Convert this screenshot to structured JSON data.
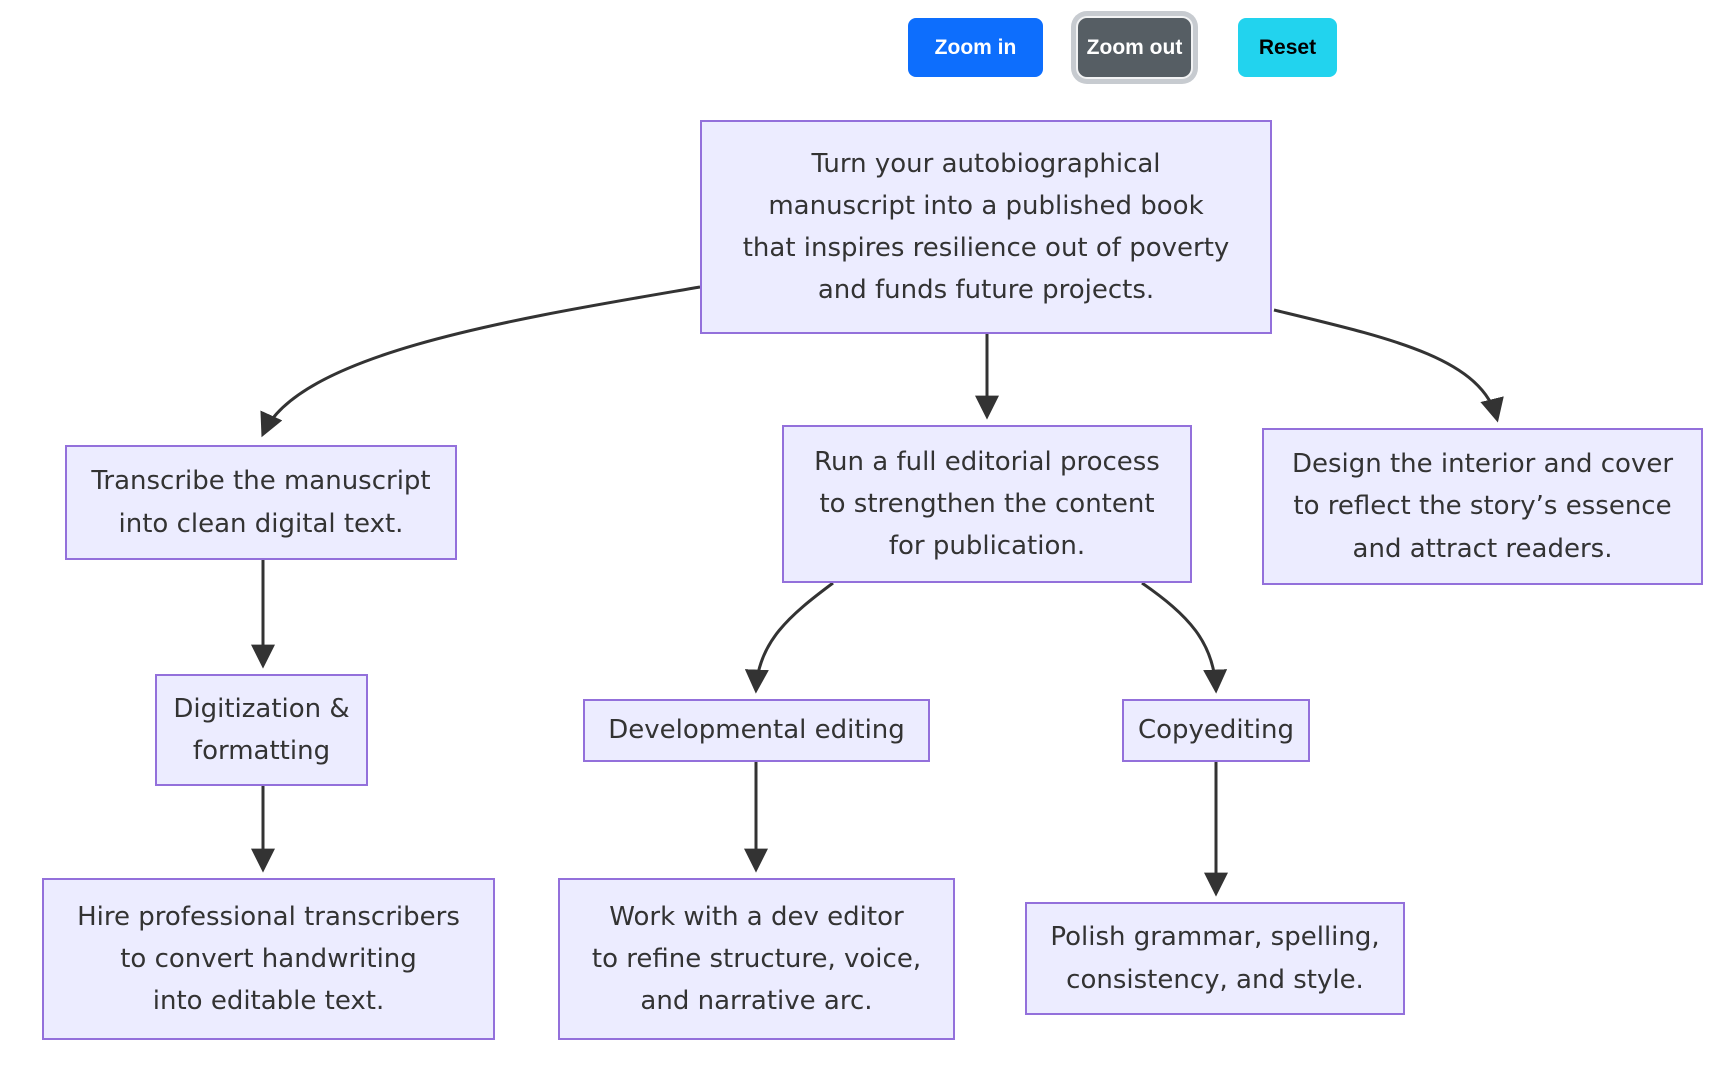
{
  "toolbar": {
    "zoom_in_label": "Zoom in",
    "zoom_out_label": "Zoom out",
    "reset_label": "Reset"
  },
  "colors": {
    "node_fill": "#ECECFF",
    "node_border": "#9370DB",
    "node_text": "#333333",
    "edge": "#333333",
    "zoom_in_bg": "#0d6efd",
    "zoom_in_text": "#ffffff",
    "zoom_out_bg": "#565e64",
    "zoom_out_ring": "#c7cbd0",
    "zoom_out_text": "#ffffff",
    "reset_bg": "#22d3ee",
    "reset_text": "#000000"
  },
  "diagram": {
    "type": "flowchart",
    "direction": "top-down",
    "nodes": {
      "root": {
        "label": "Turn your autobiographical\nmanuscript into a published book\nthat inspires resilience out of poverty\nand funds future projects."
      },
      "transcribe": {
        "label": "Transcribe the manuscript\ninto clean digital text."
      },
      "editorial": {
        "label": "Run a full editorial process\nto strengthen the content\nfor publication."
      },
      "design": {
        "label": "Design the interior and cover\nto reflect the story’s essence\nand attract readers."
      },
      "digitization": {
        "label": "Digitization &\nformatting"
      },
      "dev_editing": {
        "label": "Developmental editing"
      },
      "copyediting": {
        "label": "Copyediting"
      },
      "hire": {
        "label": "Hire professional transcribers\nto convert handwriting\ninto editable text."
      },
      "work": {
        "label": "Work with a dev editor\nto refine structure, voice,\nand narrative arc."
      },
      "polish": {
        "label": "Polish grammar, spelling,\nconsistency, and style."
      }
    },
    "edges": [
      {
        "from": "root",
        "to": "transcribe"
      },
      {
        "from": "root",
        "to": "editorial"
      },
      {
        "from": "root",
        "to": "design"
      },
      {
        "from": "transcribe",
        "to": "digitization"
      },
      {
        "from": "digitization",
        "to": "hire"
      },
      {
        "from": "editorial",
        "to": "dev_editing"
      },
      {
        "from": "editorial",
        "to": "copyediting"
      },
      {
        "from": "dev_editing",
        "to": "work"
      },
      {
        "from": "copyediting",
        "to": "polish"
      }
    ]
  }
}
